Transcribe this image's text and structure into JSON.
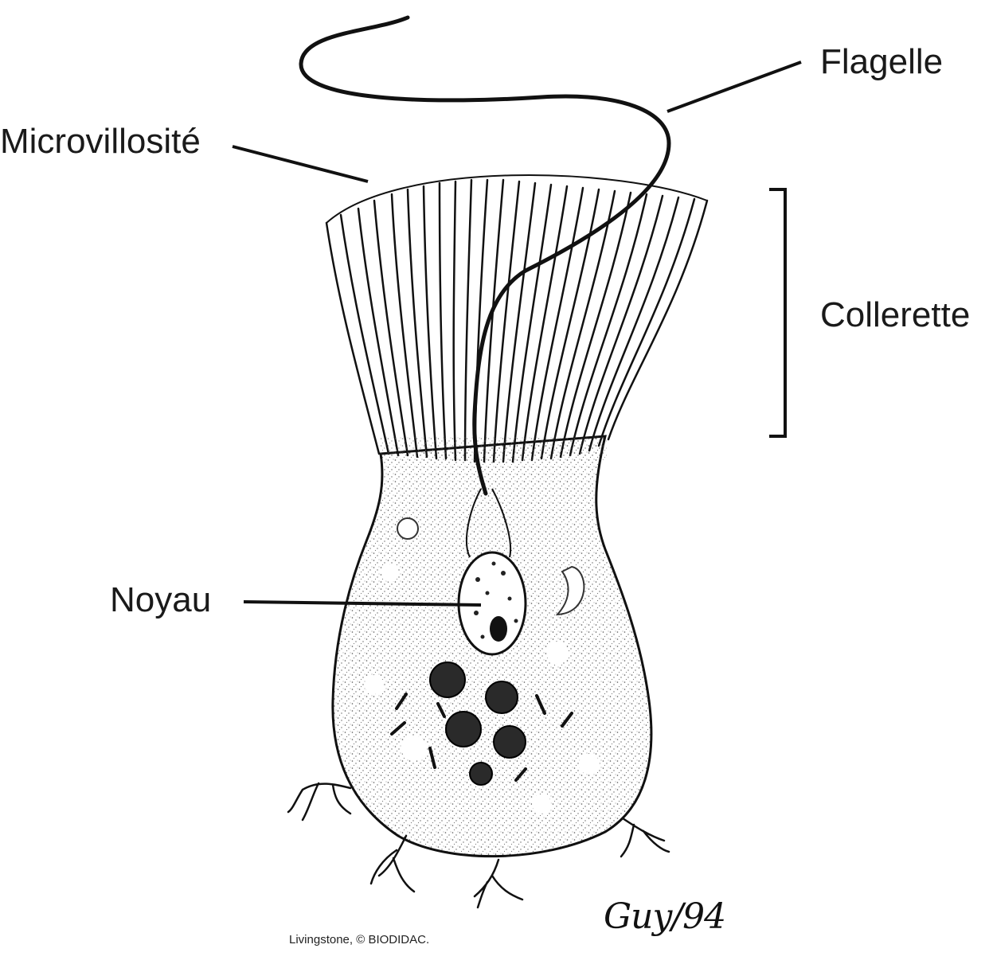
{
  "labels": {
    "flagelle": "Flagelle",
    "microvillosite": "Microvillosité",
    "collerette": "Collerette",
    "noyau": "Noyau"
  },
  "credit": "Livingstone, © BIODIDAC.",
  "signature": "Guy/94",
  "colors": {
    "ink": "#1a1a1a",
    "background": "#ffffff"
  }
}
